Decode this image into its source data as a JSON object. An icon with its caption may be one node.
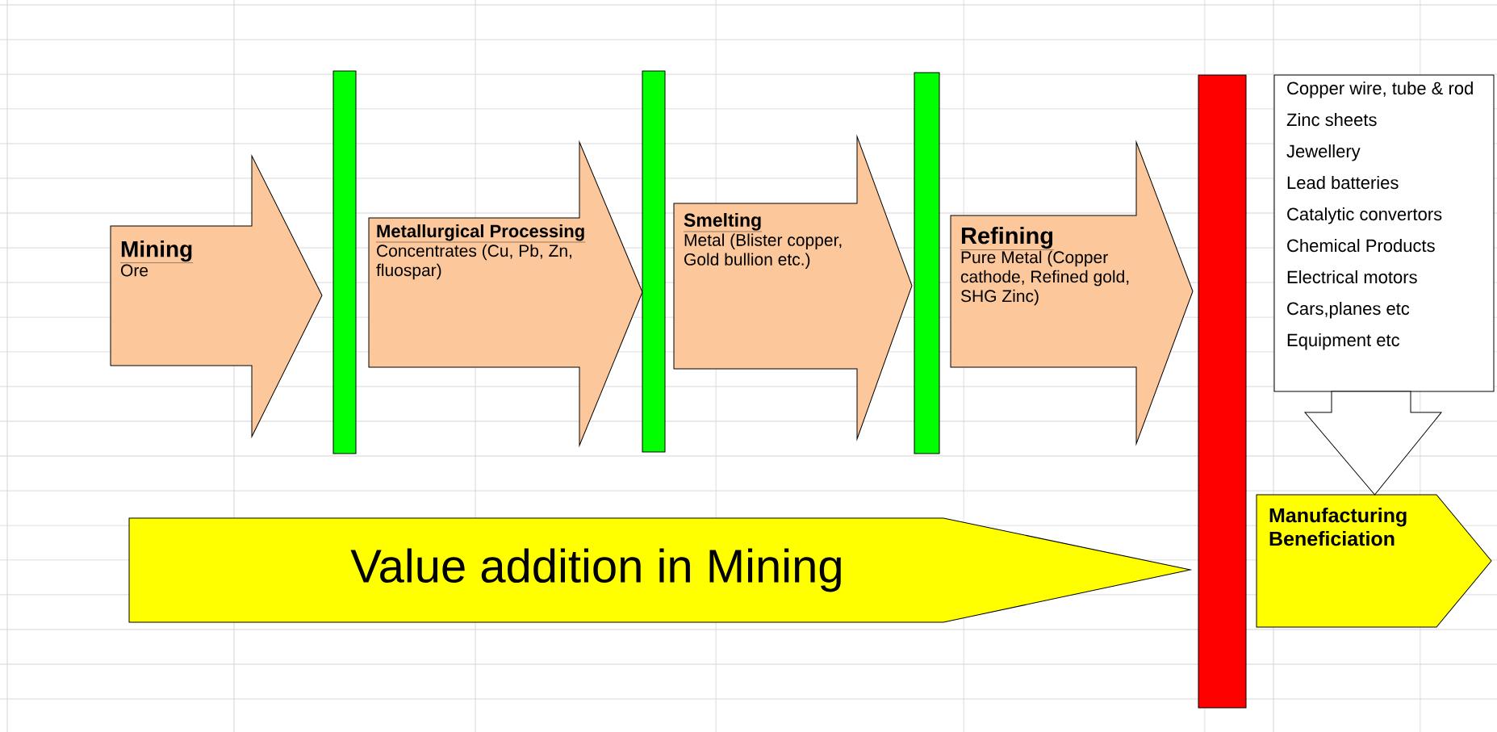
{
  "diagram": {
    "nodes": [
      {
        "text": [
          "Mining",
          "Ore"
        ]
      },
      {
        "text": [],
        "shape": "bar"
      },
      {
        "text": [
          "Metallurgical Processing",
          "Concentrates (Cu, Pb, Zn, fluospar)"
        ]
      },
      {
        "text": [],
        "shape": "bar"
      },
      {
        "text": [
          "Smelting",
          "Metal (Blister copper, Gold bullion etc.)"
        ]
      },
      {
        "text": [],
        "shape": "bar"
      },
      {
        "text": [
          "Refining",
          "Pure Metal (Copper cathode, Refined gold, SHG Zinc)"
        ]
      },
      {
        "text": [],
        "shape": "bar"
      },
      {
        "text": [
          "Copper wire, tube & rod",
          "Zinc sheets",
          "Jewellery",
          "Lead batteries",
          "Catalytic convertors",
          "Chemical Products",
          "Electrical motors",
          "Cars,planes etc",
          "Equipment etc"
        ]
      },
      {
        "text": [
          "Value addition in Mining"
        ]
      },
      {
        "text": [
          "Manufacturing Beneficiation"
        ]
      }
    ],
    "edges": [
      {
        "from": 8,
        "to": 10,
        "arrow": "to"
      }
    ]
  }
}
